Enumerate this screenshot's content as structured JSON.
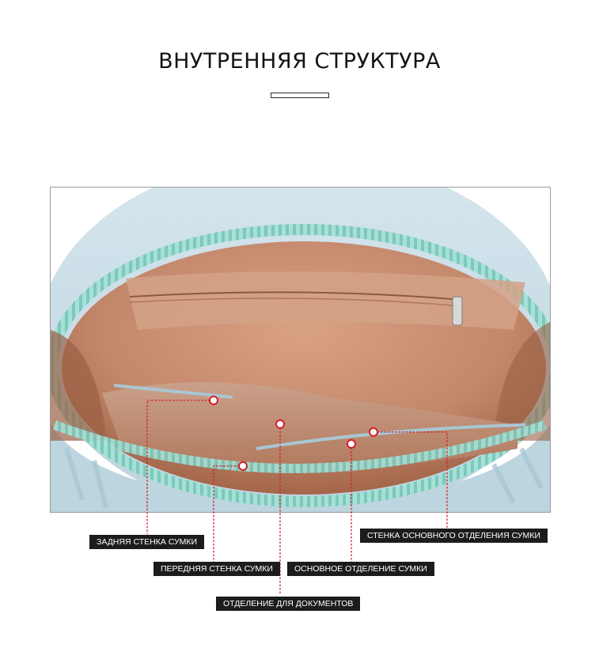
{
  "header": {
    "title": "ВНУТРЕННЯЯ СТРУКТУРА"
  },
  "photo": {
    "subject": "bag-interior-photo",
    "colors": {
      "outer_shell": "#c9dde6",
      "zipper": "#8fd3c9",
      "lining": "#c98d6c",
      "lining_shadow": "#a96a4c",
      "callout_line": "#d21f2a"
    }
  },
  "callouts": [
    {
      "id": "back-wall",
      "label": "ЗАДНЯЯ СТЕНКА СУМКИ"
    },
    {
      "id": "front-wall",
      "label": "ПЕРЕДНЯЯ СТЕНКА СУМКИ"
    },
    {
      "id": "documents",
      "label": "ОТДЕЛЕНИЕ ДЛЯ ДОКУМЕНТОВ"
    },
    {
      "id": "main-compartment",
      "label": "ОСНОВНОЕ ОТДЕЛЕНИЕ СУМКИ"
    },
    {
      "id": "main-compartment-wall",
      "label": "СТЕНКА ОСНОВНОГО ОТДЕЛЕНИЯ СУМКИ"
    }
  ]
}
